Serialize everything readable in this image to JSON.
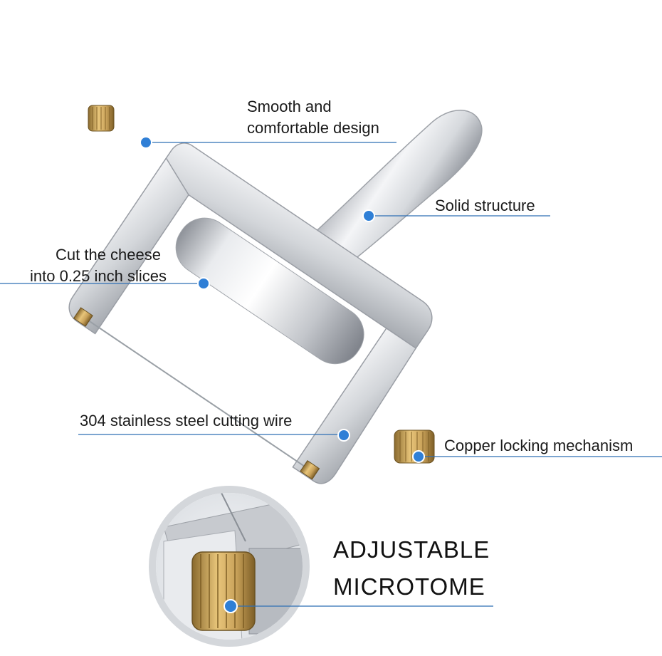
{
  "colors": {
    "callout_line": "#2f6fb5",
    "callout_dot": "#2f7fd6",
    "metal_light": "#f4f5f7",
    "metal_mid": "#c9ccd1",
    "metal_dark": "#8e9299",
    "brass": "#c9a25a"
  },
  "callouts": {
    "smooth": {
      "line1": "Smooth and",
      "line2": "comfortable design"
    },
    "solid": {
      "text": "Solid structure"
    },
    "cut": {
      "line1": "Cut the cheese",
      "line2": "into 0.25 inch slices"
    },
    "wire": {
      "text": "304 stainless steel cutting wire"
    },
    "copper": {
      "text": "Copper locking mechanism"
    }
  },
  "feature": {
    "line1": "ADJUSTABLE",
    "line2": "MICROTOME"
  },
  "icons": [
    "callout-dot-icon",
    "cheese-slicer-image",
    "zoom-detail-image"
  ]
}
